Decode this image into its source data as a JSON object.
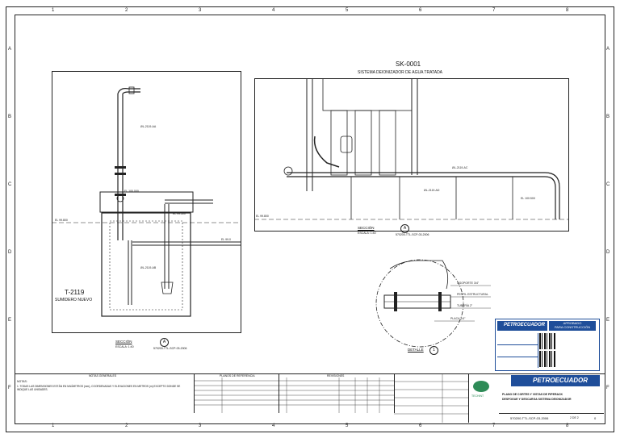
{
  "zones": {
    "columns": [
      "1",
      "2",
      "3",
      "4",
      "5",
      "6",
      "7",
      "8"
    ],
    "rows": [
      "A",
      "B",
      "C",
      "D",
      "E",
      "F"
    ]
  },
  "drawing": {
    "system_tag": "SK-0001",
    "system_title": "SISTEMA DEIONIZADOR DE AGUA TRATADA",
    "tank_tag": "T-2119",
    "tank_desc": "SUMIDERO NUEVO",
    "section_left_label": "SECCIÓN",
    "section_left_scale": "ESCALA: 1:40",
    "section_left_number": "A",
    "section_left_ref": "570200-TTL-SCP-03-2006",
    "section_right_label": "SECCIÓN",
    "section_right_scale": "ESCALA: 1:40",
    "section_right_number": "A",
    "section_right_ref": "570200-TTL-SCP-03-2006",
    "detail_label": "DETALLE",
    "detail_number": "1"
  },
  "stamp": {
    "company": "PETROECUADOR",
    "status_line1": "APROBADO",
    "status_line2": "PARA CONSTRUCCIÓN"
  },
  "title_block": {
    "notes_header": "NOTAS GENERALES",
    "notes_label": "NOTAS:",
    "note_1": "1.  TODAS LAS DIMENSIONES ESTÁN EN MILÍMETROS (mm), COORDENADAS Y ELEVACIONES EN METROS (m) EXCEPTO DONDE SE INDIQUE LAS UNIDADES.",
    "ref_header": "PLANOS DE REFERENCIA",
    "rev_header": "REVISIONES",
    "company": "PETROECUADOR",
    "title_line1": "PLANO DE CORTES Y VISTAS DE PIPERACK",
    "title_line2": "DESFOGUE Y DESCARGA SISTEMA DEIONIZADOR",
    "drawing_number": "570200-TTL-SCP-03-2006",
    "sheet": "2 DE 2",
    "rev": "0",
    "contractor": "TECHINT"
  }
}
